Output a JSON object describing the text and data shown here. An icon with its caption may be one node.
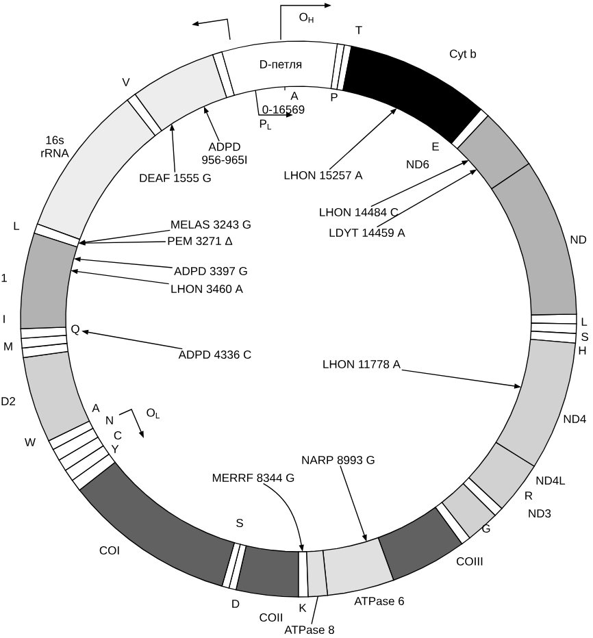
{
  "diagram": {
    "nodes": [
      {
        "text": [
          "D-петля"
        ]
      },
      {
        "text": [
          "ADPD 956-965I"
        ]
      },
      {
        "text": [
          "DEAF 1555 G"
        ]
      },
      {
        "text": [
          "LHON 15257 A"
        ]
      },
      {
        "text": [
          "LHON 14484 C"
        ]
      },
      {
        "text": [
          "LDYT 14459 A"
        ]
      },
      {
        "text": [
          "MELAS 3243 G"
        ]
      },
      {
        "text": [
          "PEM 3271 Δ"
        ]
      },
      {
        "text": [
          "ADPD 3397 G"
        ]
      },
      {
        "text": [
          "LHON 3460 A"
        ]
      },
      {
        "text": [
          "ADPD 4336 C"
        ]
      },
      {
        "text": [
          "LHON 11778 A"
        ]
      },
      {
        "text": [
          "NARP 8993 G"
        ]
      },
      {
        "text": [
          "MERRF 8344 G"
        ]
      },
      {
        "text": [
          "ATPase 8"
        ]
      },
      {
        "text": [
          "Q"
        ]
      },
      {
        "text": [],
        "shape": "bar"
      },
      {
        "text": [],
        "shape": "bar"
      },
      {
        "text": [],
        "shape": "bar"
      },
      {
        "text": [],
        "shape": "bar"
      },
      {
        "text": [],
        "shape": "bar"
      },
      {
        "text": [],
        "shape": "bar"
      },
      {
        "text": [],
        "shape": "bar"
      },
      {
        "text": [],
        "shape": "bar"
      },
      {
        "text": [],
        "shape": "bar"
      },
      {
        "text": [],
        "shape": "bar"
      }
    ],
    "edges": [
      {
        "from": 1,
        "to": 16,
        "arrow": "to"
      },
      {
        "from": 2,
        "to": 16,
        "arrow": "to"
      },
      {
        "from": 3,
        "to": 17,
        "arrow": "to"
      },
      {
        "from": 4,
        "to": 18,
        "arrow": "to"
      },
      {
        "from": 5,
        "to": 18,
        "arrow": "to"
      },
      {
        "from": 6,
        "to": 19,
        "arrow": "to"
      },
      {
        "from": 7,
        "to": 19,
        "arrow": "to"
      },
      {
        "from": 8,
        "to": 20,
        "arrow": "to"
      },
      {
        "from": 9,
        "to": 20,
        "arrow": "to"
      },
      {
        "from": 10,
        "to": 15,
        "arrow": "to"
      },
      {
        "from": 11,
        "to": 21,
        "arrow": "to"
      },
      {
        "from": 12,
        "to": 22,
        "arrow": "to"
      },
      {
        "from": 13,
        "to": 23,
        "arrow": "to"
      },
      {
        "from": 14,
        "to": 24,
        "arrow": "none"
      }
    ],
    "labels": [
      "O$_{H}$",
      "T",
      "Cyt b",
      "V",
      "A",
      "P",
      "0-16569",
      "P$_{L}$",
      "16s rRNA",
      "E",
      "ND6",
      "L",
      "ND",
      "1",
      "I",
      "L",
      "S",
      "M",
      "H",
      "D2",
      "A",
      "ND4",
      "N",
      "O$_{L}$",
      "C",
      "W",
      "Y",
      "ND4L",
      "R",
      "ND3",
      "S",
      "G",
      "COI",
      "COIII",
      "ATPase 6",
      "D",
      "K",
      "COII"
    ]
  }
}
